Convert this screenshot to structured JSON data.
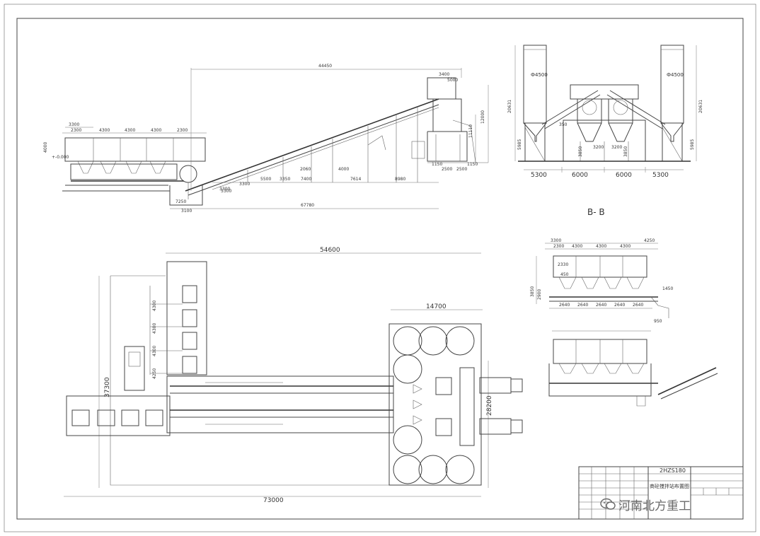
{
  "section_label": "B- B",
  "elevation_dims": {
    "top_total": "44450",
    "top_right_a": "3400",
    "top_right_b": "5000",
    "hopper_widths": [
      "3300",
      "2300",
      "4300",
      "4300",
      "4300",
      "2300"
    ],
    "hopper_height": "4000",
    "hopper_level": "+-0.000",
    "belt_dims": [
      "3300",
      "3300",
      "5500",
      "3350",
      "7400",
      "7614",
      "8980"
    ],
    "belt_small": [
      "2060",
      "4000",
      "5300"
    ],
    "pit_dims": [
      "7250",
      "3100"
    ],
    "bottom_total": "67780",
    "tower_dims": [
      "12000",
      "11110",
      "2500",
      "2500",
      "1150",
      "1150"
    ]
  },
  "section_dims": {
    "silo_diameter_left": "Ф4500",
    "silo_diameter_right": "Ф4500",
    "side_heights": [
      "20631",
      "20631",
      "5985",
      "5985"
    ],
    "inner_dims": [
      "3200",
      "3200",
      "3850",
      "3850",
      "350"
    ],
    "bottom": [
      "5300",
      "6000",
      "6000",
      "5300"
    ]
  },
  "plan_dims": {
    "overall_length": "73000",
    "upper_length": "54600",
    "plant_width": "14700",
    "left_height": "37300",
    "right_height": "28200",
    "bin_spacing": [
      "4300",
      "4300",
      "4300",
      "4250"
    ]
  },
  "batcher_dims": {
    "top": [
      "3300",
      "2300",
      "4300",
      "4300",
      "4300",
      "4250"
    ],
    "mid": [
      "2330",
      "450"
    ],
    "left": [
      "3850",
      "2900"
    ],
    "right": [
      "1450",
      "950"
    ],
    "bottom": [
      "2640",
      "2640",
      "2640",
      "2640",
      "2640"
    ]
  },
  "title_block": {
    "model": "2HZS180",
    "drawing_name": "商砼搅拌站布置图"
  },
  "watermark": {
    "text": "河南北方重工"
  }
}
